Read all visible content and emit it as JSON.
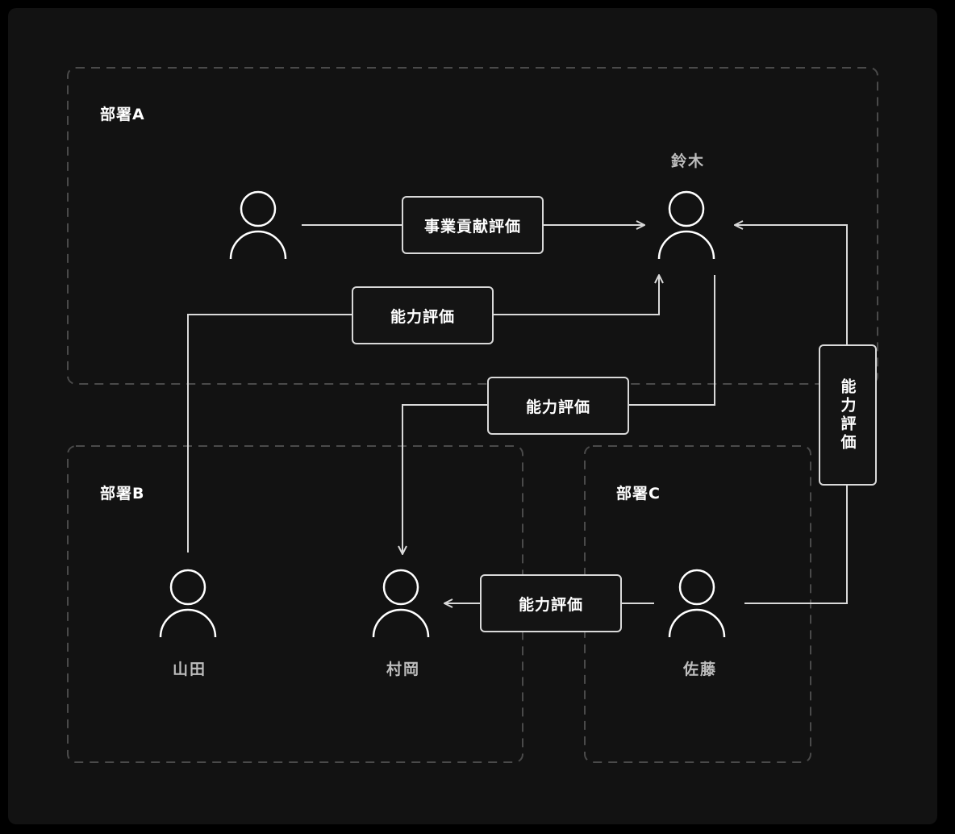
{
  "departments": {
    "a": "部署A",
    "b": "部署B",
    "c": "部署C"
  },
  "people": {
    "suzuki": "鈴木",
    "yamada": "山田",
    "muraoka": "村岡",
    "sato": "佐藤"
  },
  "evaluations": {
    "business_contribution": "事業貢献評価",
    "ability_yamada_to_suzuki": "能力評価",
    "ability_suzuki_to_muraoka": "能力評価",
    "ability_sato_to_suzuki": "能力評価",
    "ability_sato_to_muraoka": "能力評価"
  },
  "colors": {
    "background": "#121212",
    "line": "#d9d9d9",
    "dashed_border": "#4a4a4a",
    "text": "#ffffff",
    "name_text": "#bdbdbd"
  }
}
